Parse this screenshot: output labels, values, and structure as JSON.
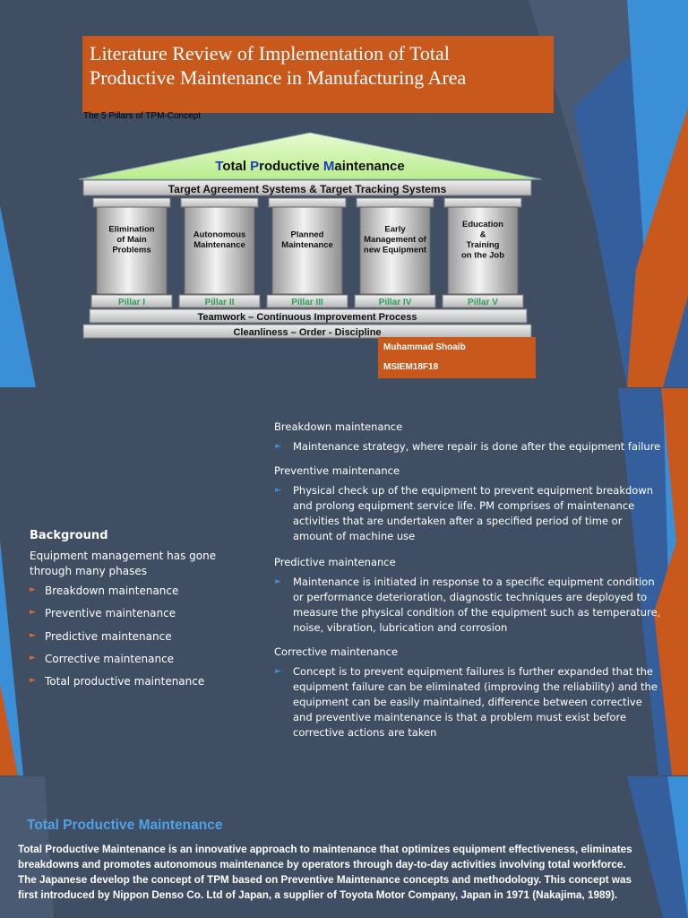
{
  "slide1": {
    "title_line1": "Literature Review of Implementation of Total",
    "title_line2": "Productive Maintenance in Manufacturing Area",
    "diagram_caption": "The 5 Pillars of TPM-Concept",
    "roof": {
      "t1": "T",
      "r1": "otal ",
      "t2": "P",
      "r2": "roductive ",
      "t3": "M",
      "r3": "aintenance"
    },
    "beam_text": "Target Agreement Systems & Target Tracking Systems",
    "pillars": [
      {
        "lines": [
          "Elimination",
          "of Main",
          "Problems"
        ],
        "label": "Pillar I"
      },
      {
        "lines": [
          "Autonomous",
          "Maintenance"
        ],
        "label": "Pillar II"
      },
      {
        "lines": [
          "Planned",
          "Maintenance"
        ],
        "label": "Pillar III"
      },
      {
        "lines": [
          "Early",
          "Management of",
          "new Equipment"
        ],
        "label": "Pillar IV"
      },
      {
        "lines": [
          "Education",
          "&",
          "Training",
          "on the Job"
        ],
        "label": "Pillar V"
      }
    ],
    "base1": "Teamwork – Continuous Improvement Process",
    "base2": "Cleanliness – Order - Discipline",
    "author_name": "Muhammad Shoaib",
    "author_id": "MSIEM18F18",
    "colors": {
      "accent_orange": "#c8581c",
      "accent_blue": "#3b8fd6",
      "roof_green": "#ccf2a6",
      "pillar_label_green": "#2f9e5a"
    }
  },
  "slide2": {
    "heading": "Background",
    "intro": "Equipment management has gone through many phases",
    "phases": [
      "Breakdown maintenance",
      "Preventive maintenance",
      "Predictive maintenance",
      "Corrective maintenance",
      "Total productive maintenance"
    ],
    "bullet_icon": "triangle-right-icon",
    "defs": [
      {
        "title": "Breakdown maintenance",
        "body": "Maintenance strategy, where repair is done after the equipment failure"
      },
      {
        "title": "Preventive maintenance",
        "body": "Physical check up of the equipment to prevent equipment breakdown and prolong equipment service life. PM comprises of maintenance activities that are undertaken after a specified period of time or amount of machine use"
      },
      {
        "title": "Predictive maintenance",
        "body": "Maintenance is initiated in response to a specific equipment condition or performance deterioration, diagnostic techniques are deployed to measure the physical condition of the equipment such as temperature, noise, vibration, lubrication and corrosion"
      },
      {
        "title": "Corrective maintenance",
        "body": "Concept is to prevent equipment failures is further expanded that the equipment failure can be eliminated (improving the reliability) and the equipment can be easily maintained, difference between corrective and preventive maintenance is that a problem must exist before corrective actions are taken"
      }
    ]
  },
  "slide3": {
    "title": "Total Productive Maintenance",
    "body": "Total Productive Maintenance is an innovative approach to maintenance that optimizes equipment effectiveness, eliminates breakdowns and promotes autonomous maintenance by operators through day-to-day activities involving total workforce. The Japanese develop the concept of TPM based on Preventive Maintenance concepts and methodology. This concept was first introduced by Nippon Denso Co. Ltd of Japan, a supplier of Toyota Motor Company, Japan in 1971 (Nakajima, 1989)."
  }
}
